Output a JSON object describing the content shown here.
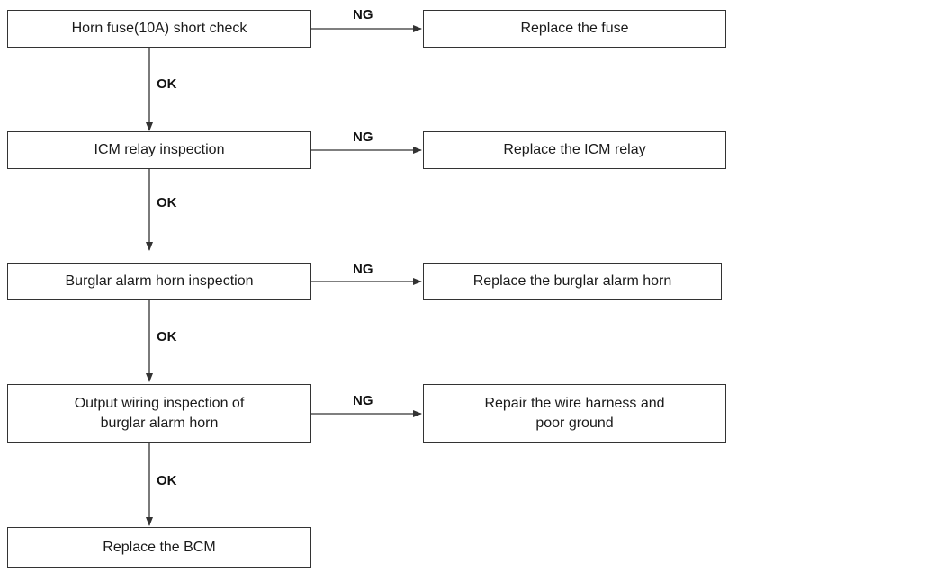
{
  "steps": [
    {
      "text": "Horn fuse(10A) short check",
      "fail_label": "NG",
      "fail_action": "Replace the fuse",
      "pass_label": "OK"
    },
    {
      "text": "ICM relay inspection",
      "fail_label": "NG",
      "fail_action": "Replace the ICM relay",
      "pass_label": "OK"
    },
    {
      "text": "Burglar alarm horn inspection",
      "fail_label": "NG",
      "fail_action": "Replace the burglar alarm horn",
      "pass_label": "OK"
    },
    {
      "text_lines": [
        "Output wiring inspection of",
        "burglar alarm horn"
      ],
      "fail_label": "NG",
      "fail_action_lines": [
        "Repair the wire harness and",
        "poor ground"
      ],
      "pass_label": "OK"
    }
  ],
  "final_step": "Replace the BCM",
  "colors": {
    "line": "#333333",
    "text": "#111111",
    "background": "#ffffff"
  }
}
